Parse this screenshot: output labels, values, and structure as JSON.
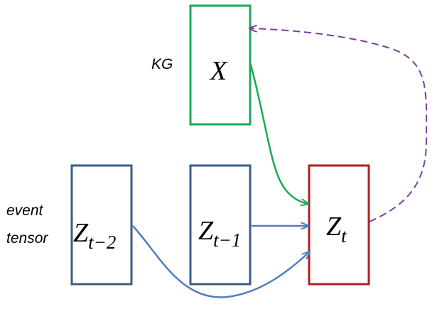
{
  "labels": {
    "kg": "KG",
    "event_line1": "event",
    "event_line2": "tensor"
  },
  "nodes": {
    "x": {
      "main": "X"
    },
    "z_t_minus_2": {
      "main": "Z",
      "sub": "t−2"
    },
    "z_t_minus_1": {
      "main": "Z",
      "sub": "t−1"
    },
    "z_t": {
      "main": "Z",
      "sub": "t"
    }
  },
  "colors": {
    "kg_box": "#1aaa55",
    "event_box": "#3a5d86",
    "target_box": "#b01e24",
    "temporal_arrow": "#4f7fbc",
    "kg_arrow": "#1aaa55",
    "feedback_arrow": "#7a3f9e"
  }
}
